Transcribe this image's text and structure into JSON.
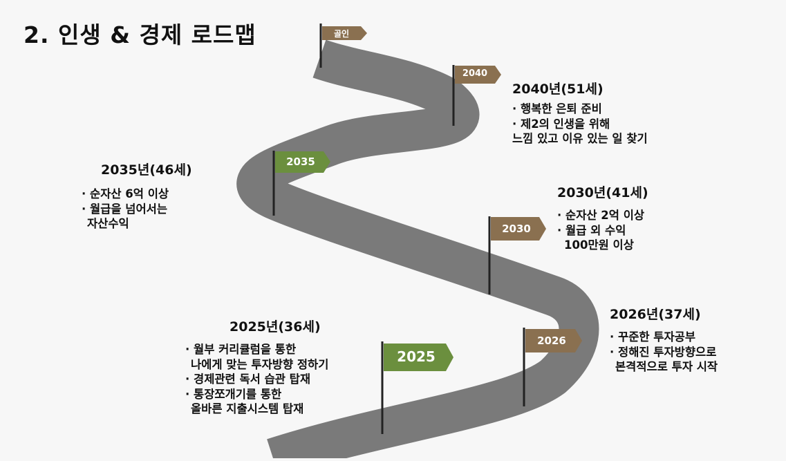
{
  "title": "2. 인생 & 경제 로드맵",
  "colors": {
    "road": "#7a7a7a",
    "flag_brown": "#8a7050",
    "flag_green": "#6b8f3e",
    "pole": "#222222"
  },
  "flags": {
    "goal": "골인",
    "f2040": "2040",
    "f2035": "2035",
    "f2030": "2030",
    "f2026": "2026",
    "f2025": "2025"
  },
  "milestones": {
    "m2040": {
      "heading": "2040년(51세)",
      "lines": [
        "· 행복한 은퇴 준비",
        "· 제2의 인생을 위해",
        "느낌 있고 이유 있는 일 찾기"
      ]
    },
    "m2035": {
      "heading": "2035년(46세)",
      "lines": [
        "· 순자산 6억 이상",
        "· 월급을 넘어서는",
        "자산수익"
      ]
    },
    "m2030": {
      "heading": "2030년(41세)",
      "lines": [
        "· 순자산 2억 이상",
        "· 월급 외 수익",
        "100만원 이상"
      ]
    },
    "m2026": {
      "heading": "2026년(37세)",
      "lines": [
        "· 꾸준한 투자공부",
        "· 정해진 투자방향으로",
        "본격적으로 투자 시작"
      ]
    },
    "m2025": {
      "heading": "2025년(36세)",
      "lines": [
        "· 월부 커리큘럼을 통한",
        "나에게 맞는 투자방향 정하기",
        "· 경제관련 독서 습관 탑재",
        "· 통장쪼개기를 통한",
        "올바른 지출시스템 탑재"
      ]
    }
  }
}
